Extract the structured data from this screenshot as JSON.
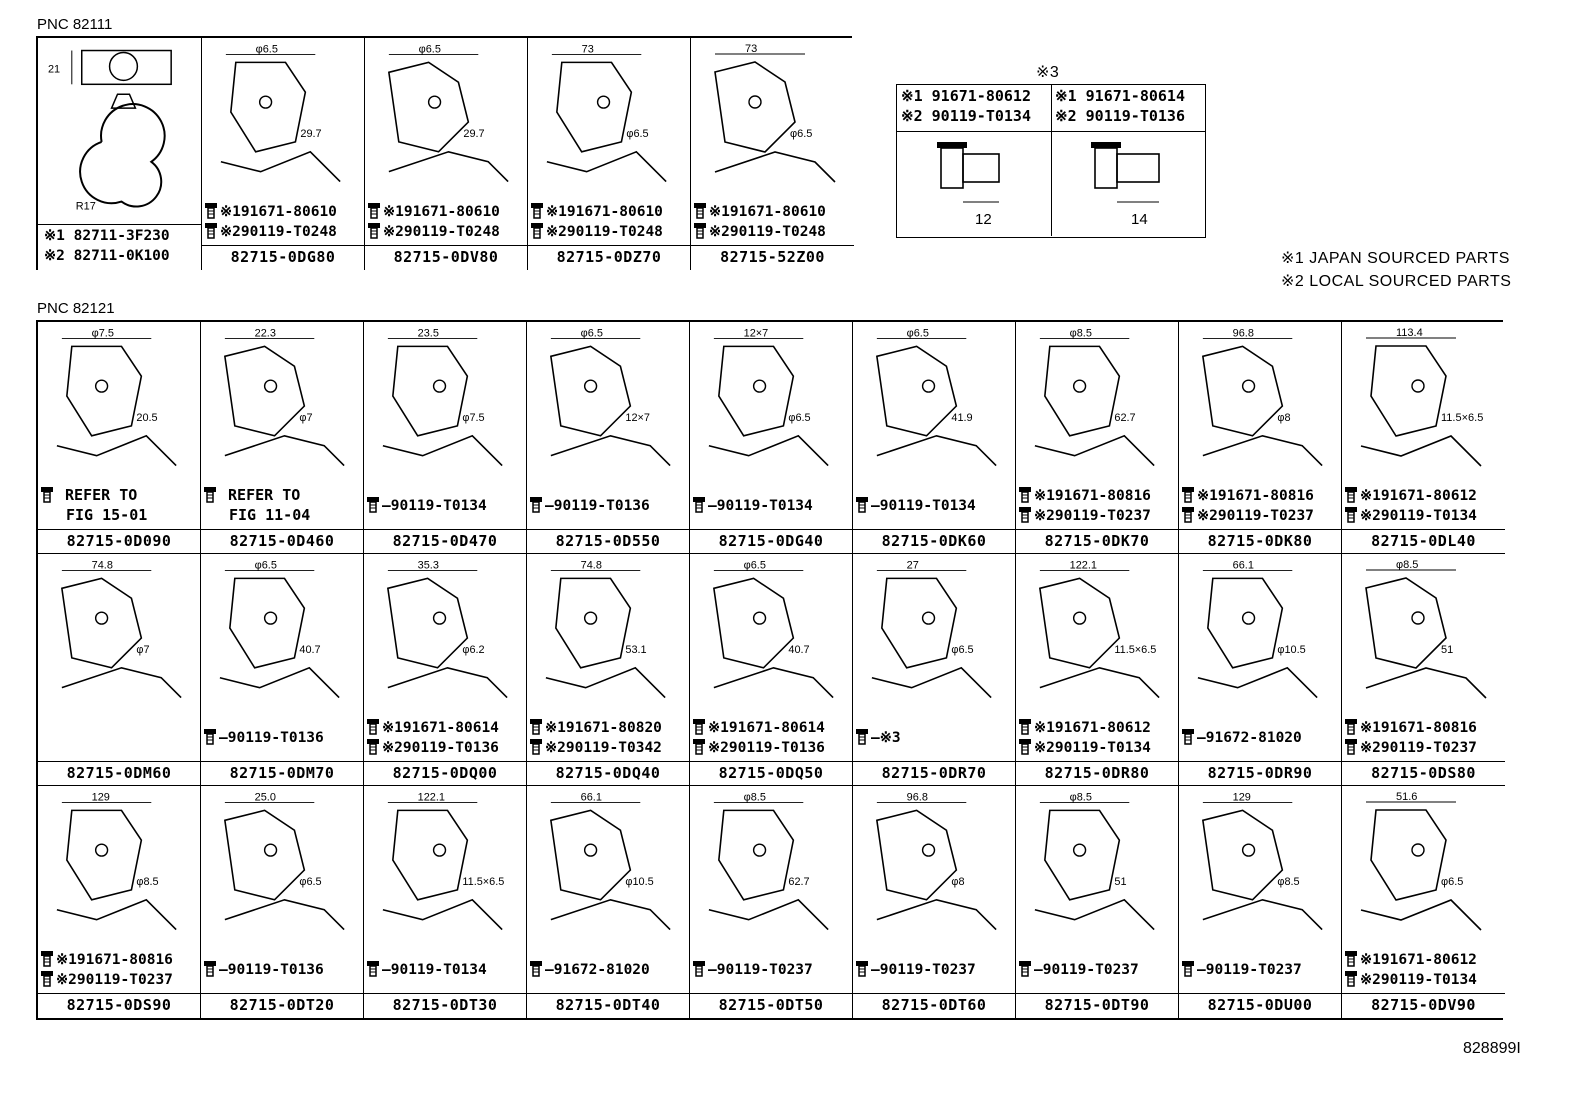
{
  "section1": {
    "pnc": "PNC 82111",
    "first_cell": {
      "dims": [
        "21",
        "R17"
      ],
      "lines": [
        "※1 82711-3F230",
        "※2 82711-0K100"
      ]
    },
    "cells": [
      {
        "dims": [
          "φ6.5",
          "29.7"
        ],
        "bolts": [
          "※191671-80610",
          "※290119-T0248"
        ],
        "part": "82715-0DG80"
      },
      {
        "dims": [
          "φ6.5",
          "29.7"
        ],
        "bolts": [
          "※191671-80610",
          "※290119-T0248"
        ],
        "part": "82715-0DV80"
      },
      {
        "dims": [
          "73",
          "φ6.5"
        ],
        "bolts": [
          "※191671-80610",
          "※290119-T0248"
        ],
        "part": "82715-0DZ70"
      },
      {
        "dims": [
          "73",
          "φ6.5"
        ],
        "bolts": [
          "※191671-80610",
          "※290119-T0248"
        ],
        "part": "82715-52Z00"
      }
    ]
  },
  "note3": {
    "title": "※3",
    "cols": [
      {
        "lines": [
          "※1 91671-80612",
          "※2 90119-T0134"
        ],
        "dim": "12"
      },
      {
        "lines": [
          "※1 91671-80614",
          "※2 90119-T0136"
        ],
        "dim": "14"
      }
    ]
  },
  "legend": [
    "※1 JAPAN SOURCED PARTS",
    "※2 LOCAL SOURCED PARTS"
  ],
  "section2": {
    "pnc": "PNC 82121",
    "rows": [
      [
        {
          "dims": [
            "φ7.5",
            "20.5"
          ],
          "refer": [
            "REFER TO",
            "FIG 15-01"
          ],
          "part": "82715-0D090"
        },
        {
          "dims": [
            "22.3",
            "φ7"
          ],
          "refer": [
            "REFER TO",
            "FIG 11-04"
          ],
          "part": "82715-0D460"
        },
        {
          "dims": [
            "23.5",
            "φ7.5"
          ],
          "bolts": [
            "90119-T0134"
          ],
          "part": "82715-0D470"
        },
        {
          "dims": [
            "φ6.5",
            "12×7"
          ],
          "bolts": [
            "90119-T0136"
          ],
          "part": "82715-0D550"
        },
        {
          "dims": [
            "12×7",
            "φ6.5"
          ],
          "bolts": [
            "90119-T0134"
          ],
          "part": "82715-0DG40"
        },
        {
          "dims": [
            "φ6.5",
            "41.9"
          ],
          "bolts": [
            "90119-T0134"
          ],
          "part": "82715-0DK60"
        },
        {
          "dims": [
            "φ8.5",
            "62.7"
          ],
          "bolts": [
            "※191671-80816",
            "※290119-T0237"
          ],
          "part": "82715-0DK70"
        },
        {
          "dims": [
            "96.8",
            "φ8"
          ],
          "bolts": [
            "※191671-80816",
            "※290119-T0237"
          ],
          "part": "82715-0DK80"
        },
        {
          "dims": [
            "113.4",
            "11.5×6.5"
          ],
          "bolts": [
            "※191671-80612",
            "※290119-T0134"
          ],
          "part": "82715-0DL40"
        }
      ],
      [
        {
          "dims": [
            "74.8",
            "φ7"
          ],
          "bolts": [],
          "part": "82715-0DM60"
        },
        {
          "dims": [
            "φ6.5",
            "40.7"
          ],
          "bolts": [
            "90119-T0136"
          ],
          "part": "82715-0DM70"
        },
        {
          "dims": [
            "35.3",
            "φ6.2"
          ],
          "bolts": [
            "※191671-80614",
            "※290119-T0136"
          ],
          "part": "82715-0DQ00"
        },
        {
          "dims": [
            "74.8",
            "53.1"
          ],
          "bolts": [
            "※191671-80820",
            "※290119-T0342"
          ],
          "part": "82715-0DQ40"
        },
        {
          "dims": [
            "φ6.5",
            "40.7"
          ],
          "bolts": [
            "※191671-80614",
            "※290119-T0136"
          ],
          "part": "82715-0DQ50"
        },
        {
          "dims": [
            "27",
            "φ6.5"
          ],
          "bolts": [
            "※3"
          ],
          "part": "82715-0DR70"
        },
        {
          "dims": [
            "122.1",
            "11.5×6.5"
          ],
          "bolts": [
            "※191671-80612",
            "※290119-T0134"
          ],
          "part": "82715-0DR80"
        },
        {
          "dims": [
            "66.1",
            "φ10.5"
          ],
          "bolts": [
            "91672-81020"
          ],
          "part": "82715-0DR90"
        },
        {
          "dims": [
            "φ8.5",
            "51"
          ],
          "bolts": [
            "※191671-80816",
            "※290119-T0237"
          ],
          "part": "82715-0DS80"
        }
      ],
      [
        {
          "dims": [
            "129",
            "φ8.5"
          ],
          "bolts": [
            "※191671-80816",
            "※290119-T0237"
          ],
          "part": "82715-0DS90"
        },
        {
          "dims": [
            "25.0",
            "φ6.5"
          ],
          "bolts": [
            "90119-T0136"
          ],
          "part": "82715-0DT20"
        },
        {
          "dims": [
            "122.1",
            "11.5×6.5"
          ],
          "bolts": [
            "90119-T0134"
          ],
          "part": "82715-0DT30"
        },
        {
          "dims": [
            "66.1",
            "φ10.5"
          ],
          "bolts": [
            "91672-81020"
          ],
          "part": "82715-0DT40"
        },
        {
          "dims": [
            "φ8.5",
            "62.7"
          ],
          "bolts": [
            "90119-T0237"
          ],
          "part": "82715-0DT50"
        },
        {
          "dims": [
            "96.8",
            "φ8"
          ],
          "bolts": [
            "90119-T0237"
          ],
          "part": "82715-0DT60"
        },
        {
          "dims": [
            "φ8.5",
            "51"
          ],
          "bolts": [
            "90119-T0237"
          ],
          "part": "82715-0DT90"
        },
        {
          "dims": [
            "129",
            "φ8.5"
          ],
          "bolts": [
            "90119-T0237"
          ],
          "part": "82715-0DU00"
        },
        {
          "dims": [
            "51.6",
            "φ6.5"
          ],
          "bolts": [
            "※191671-80612",
            "※290119-T0134"
          ],
          "part": "82715-0DV90"
        }
      ]
    ]
  },
  "figure_id": "828899I"
}
